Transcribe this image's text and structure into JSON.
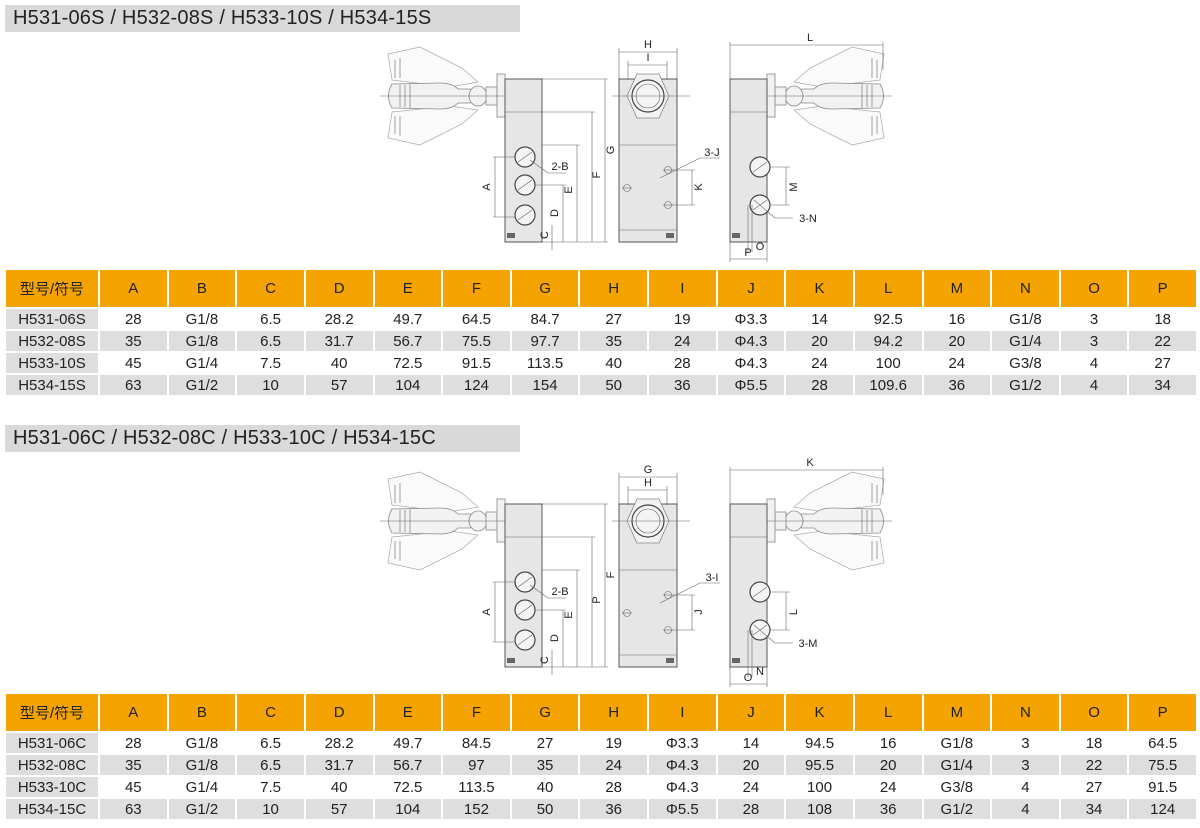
{
  "section1": {
    "title": "H531-06S / H532-08S / H533-10S / H534-15S",
    "drawing_labels": {
      "H": "H",
      "I": "I",
      "L": "L",
      "port_b": "2-B",
      "A": "A",
      "E": "E",
      "D": "D",
      "C": "C",
      "F": "F",
      "G": "G",
      "hole": "3-J",
      "K": "K",
      "M": "M",
      "port_n": "3-N",
      "O": "O",
      "P": "P"
    },
    "table": {
      "headers": [
        "型号/符号",
        "A",
        "B",
        "C",
        "D",
        "E",
        "F",
        "G",
        "H",
        "I",
        "J",
        "K",
        "L",
        "M",
        "N",
        "O",
        "P"
      ],
      "rows": [
        [
          "H531-06S",
          "28",
          "G1/8",
          "6.5",
          "28.2",
          "49.7",
          "64.5",
          "84.7",
          "27",
          "19",
          "Φ3.3",
          "14",
          "92.5",
          "16",
          "G1/8",
          "3",
          "18"
        ],
        [
          "H532-08S",
          "35",
          "G1/8",
          "6.5",
          "31.7",
          "56.7",
          "75.5",
          "97.7",
          "35",
          "24",
          "Φ4.3",
          "20",
          "94.2",
          "20",
          "G1/4",
          "3",
          "22"
        ],
        [
          "H533-10S",
          "45",
          "G1/4",
          "7.5",
          "40",
          "72.5",
          "91.5",
          "113.5",
          "40",
          "28",
          "Φ4.3",
          "24",
          "100",
          "24",
          "G3/8",
          "4",
          "27"
        ],
        [
          "H534-15S",
          "63",
          "G1/2",
          "10",
          "57",
          "104",
          "124",
          "154",
          "50",
          "36",
          "Φ5.5",
          "28",
          "109.6",
          "36",
          "G1/2",
          "4",
          "34"
        ]
      ]
    }
  },
  "section2": {
    "title": "H531-06C / H532-08C / H533-10C / H534-15C",
    "drawing_labels": {
      "H": "G",
      "I": "H",
      "L": "K",
      "port_b": "2-B",
      "A": "A",
      "E": "E",
      "D": "D",
      "C": "C",
      "F": "P",
      "G": "F",
      "hole": "3-I",
      "K": "J",
      "M": "L",
      "port_n": "3-M",
      "O": "N",
      "P": "O"
    },
    "table": {
      "headers": [
        "型号/符号",
        "A",
        "B",
        "C",
        "D",
        "E",
        "F",
        "G",
        "H",
        "I",
        "J",
        "K",
        "L",
        "M",
        "N",
        "O",
        "P"
      ],
      "rows": [
        [
          "H531-06C",
          "28",
          "G1/8",
          "6.5",
          "28.2",
          "49.7",
          "84.5",
          "27",
          "19",
          "Φ3.3",
          "14",
          "94.5",
          "16",
          "G1/8",
          "3",
          "18",
          "64.5"
        ],
        [
          "H532-08C",
          "35",
          "G1/8",
          "6.5",
          "31.7",
          "56.7",
          "97",
          "35",
          "24",
          "Φ4.3",
          "20",
          "95.5",
          "20",
          "G1/4",
          "3",
          "22",
          "75.5"
        ],
        [
          "H533-10C",
          "45",
          "G1/4",
          "7.5",
          "40",
          "72.5",
          "113.5",
          "40",
          "28",
          "Φ4.3",
          "24",
          "100",
          "24",
          "G3/8",
          "4",
          "27",
          "91.5"
        ],
        [
          "H534-15C",
          "63",
          "G1/2",
          "10",
          "57",
          "104",
          "152",
          "50",
          "36",
          "Φ5.5",
          "28",
          "108",
          "36",
          "G1/2",
          "4",
          "34",
          "124"
        ]
      ]
    }
  },
  "colors": {
    "header": "#f5a300",
    "row_alt": "#dedede",
    "title_bg": "#d9d9d9"
  }
}
